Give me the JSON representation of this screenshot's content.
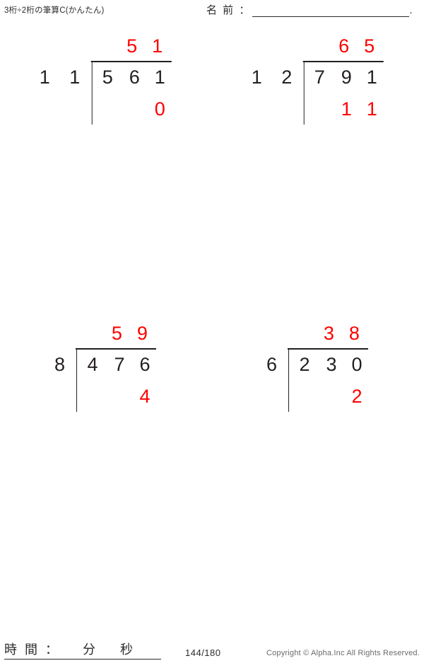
{
  "header": {
    "title": "3桁÷2桁の筆算C(かんたん)",
    "name_label": "名 前 ：",
    "name_value": "",
    "name_period": "."
  },
  "colors": {
    "answer_red": "#ff0000",
    "ink": "#231f20"
  },
  "problems": [
    {
      "id": "problem-1",
      "divisor": "1 1",
      "dividend": [
        "5",
        "6",
        "1"
      ],
      "quotient": [
        "",
        "5",
        "1"
      ],
      "remainder": [
        "",
        "",
        "0"
      ]
    },
    {
      "id": "problem-2",
      "divisor": "1 2",
      "dividend": [
        "7",
        "9",
        "1"
      ],
      "quotient": [
        "",
        "6",
        "5"
      ],
      "remainder": [
        "",
        "1",
        "1"
      ]
    },
    {
      "id": "problem-3",
      "divisor": "8",
      "dividend": [
        "4",
        "7",
        "6"
      ],
      "quotient": [
        "",
        "5",
        "9"
      ],
      "remainder": [
        "",
        "",
        "4"
      ]
    },
    {
      "id": "problem-4",
      "divisor": "6",
      "dividend": [
        "2",
        "3",
        "0"
      ],
      "quotient": [
        "",
        "3",
        "8"
      ],
      "remainder": [
        "",
        "",
        "2"
      ]
    }
  ],
  "footer": {
    "time_label": "時 間 ：    分    秒",
    "page_number": "144/180",
    "copyright": "Copyright © Alpha.Inc All Rights Reserved."
  }
}
